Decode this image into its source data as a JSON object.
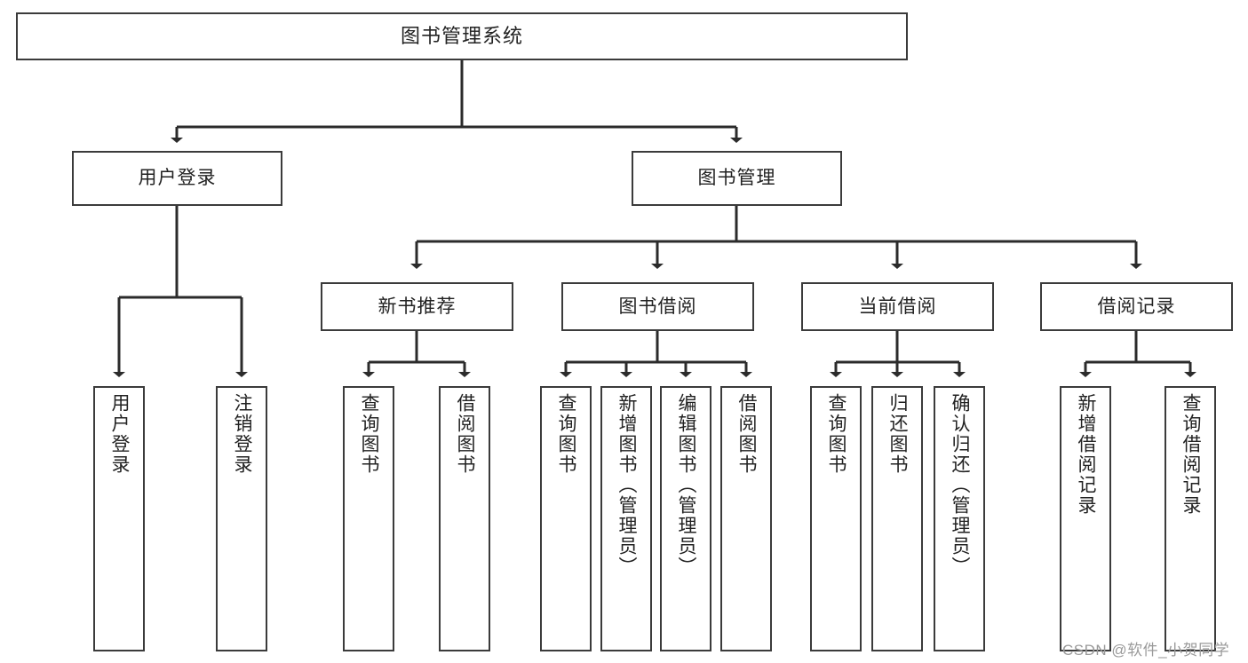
{
  "diagram": {
    "title": "图书管理系统",
    "type": "tree-hierarchy-chart",
    "root": {
      "label": "图书管理系统"
    },
    "level2": [
      {
        "label": "用户登录"
      },
      {
        "label": "图书管理"
      }
    ],
    "level3": [
      {
        "label": "新书推荐"
      },
      {
        "label": "图书借阅"
      },
      {
        "label": "当前借阅"
      },
      {
        "label": "借阅记录"
      }
    ],
    "leaves": [
      {
        "label": "用户登录",
        "parent": "用户登录"
      },
      {
        "label": "注销登录",
        "parent": "用户登录"
      },
      {
        "label": "查询图书",
        "parent": "新书推荐"
      },
      {
        "label": "借阅图书",
        "parent": "新书推荐"
      },
      {
        "label": "查询图书",
        "parent": "图书借阅"
      },
      {
        "label": "新增图书（管理员）",
        "parent": "图书借阅"
      },
      {
        "label": "编辑图书（管理员）",
        "parent": "图书借阅"
      },
      {
        "label": "借阅图书",
        "parent": "图书借阅"
      },
      {
        "label": "查询图书",
        "parent": "当前借阅"
      },
      {
        "label": "归还图书",
        "parent": "当前借阅"
      },
      {
        "label": "确认归还（管理员）",
        "parent": "当前借阅"
      },
      {
        "label": "新增借阅记录",
        "parent": "借阅记录"
      },
      {
        "label": "查询借阅记录",
        "parent": "借阅记录"
      }
    ],
    "watermark": "CSDN @软件_小贺同学",
    "colors": {
      "border": "#3b3b3b",
      "text": "#222222",
      "background": "#ffffff",
      "watermark": "#9a9a9a"
    }
  }
}
